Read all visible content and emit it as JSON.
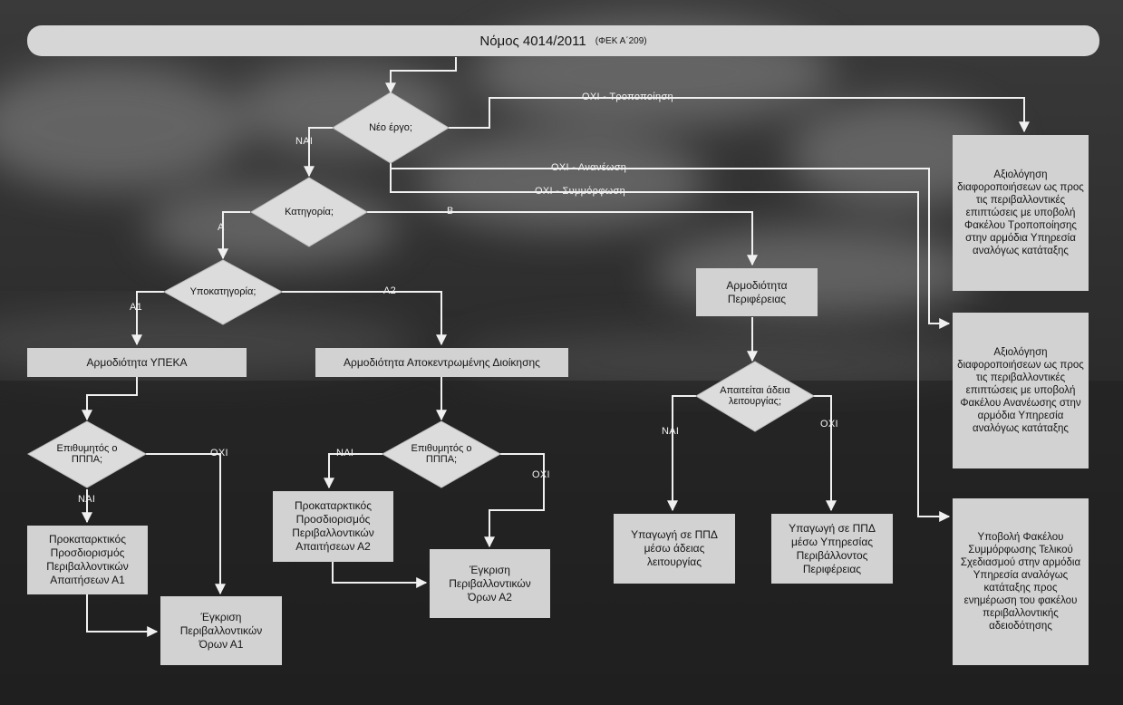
{
  "title": {
    "main": "Νόμος 4014/2011",
    "sub": "(ΦΕΚ Α΄209)"
  },
  "decisions": {
    "new_project": "Νέο έργο;",
    "category": "Κατηγορία;",
    "subcategory": "Υποκατηγορία;",
    "desired_pppa_a1": "Επιθυμητός ο ΠΠΠΑ;",
    "desired_pppa_a2": "Επιθυμητός ο ΠΠΠΑ;",
    "operating_permit": "Απαιτείται άδεια λειτουργίας;"
  },
  "boxes": {
    "ypeka": "Αρμοδιότητα ΥΠΕΚΑ",
    "decentralized": "Αρμοδιότητα Αποκεντρωμένης Διοίκησης",
    "region": "Αρμοδιότητα Περιφέρειας",
    "prelim_a1": "Προκαταρκτικός Προσδιορισμός Περιβαλλοντικών Απαιτήσεων Α1",
    "approval_a1": "Έγκριση Περιβαλλοντικών Όρων Α1",
    "prelim_a2": "Προκαταρκτικός Προσδιορισμός Περιβαλλοντικών Απαιτήσεων Α2",
    "approval_a2": "Έγκριση Περιβαλλοντικών Όρων Α2",
    "ppd_permit": "Υπαγωγή σε ΠΠΔ μέσω άδειας λειτουργίας",
    "ppd_service": "Υπαγωγή σε ΠΠΔ μέσω Υπηρεσίας Περιβάλλοντος Περιφέρειας",
    "eval_modification": "Αξιολόγηση διαφοροποιήσεων ως προς τις περιβαλλοντικές επιπτώσεις με υποβολή Φακέλου Τροποποίησης στην αρμόδια Υπηρεσία αναλόγως κατάταξης",
    "eval_renewal": "Αξιολόγηση διαφοροποιήσεων ως προς τις περιβαλλοντικές επιπτώσεις με υποβολή Φακέλου Ανανέωσης στην αρμόδια Υπηρεσία αναλόγως κατάταξης",
    "compliance_submission": "Υποβολή Φακέλου Συμμόρφωσης Τελικού Σχεδιασμού στην αρμόδια Υπηρεσία αναλόγως κατάταξης προς ενημέρωση του φακέλου περιβαλλοντικής αδειοδότησης"
  },
  "edge_labels": {
    "no_modification": "ΟΧΙ - Τροποποίηση",
    "yes_new": "ΝΑΙ",
    "no_renewal": "ΟΧΙ - Ανανέωση",
    "no_compliance": "ΟΧΙ - Συμμόρφωση",
    "cat_a": "Α",
    "cat_b": "Β",
    "sub_a1": "Α1",
    "sub_a2": "Α2",
    "a1_yes": "ΝΑΙ",
    "a1_no": "ΟΧΙ",
    "a2_yes": "ΝΑΙ",
    "a2_no": "ΟΧΙ",
    "permit_yes": "ΝΑΙ",
    "permit_no": "ΟΧΙ"
  }
}
